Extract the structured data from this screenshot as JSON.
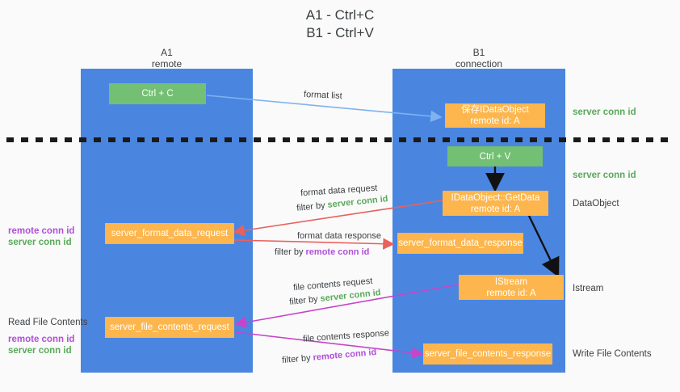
{
  "title": {
    "line1": "A1 - Ctrl+C",
    "line2": "B1 - Ctrl+V"
  },
  "colors": {
    "column": "#4a86e0",
    "green_node": "#73bf73",
    "orange_node": "#fcb64d",
    "server_conn_green": "#5aa95a",
    "remote_conn_purple": "#b14fd8",
    "arrow_red": "#e8615e",
    "arrow_magenta": "#c844c8",
    "arrow_blue": "#7fb2ef",
    "arrow_black": "#000000",
    "divider": "#1a1a1a"
  },
  "columns": [
    {
      "name": "A1",
      "sub": "remote"
    },
    {
      "name": "B1",
      "sub": "connection"
    }
  ],
  "nodes": {
    "ctrl_c": "Ctrl + C",
    "ctrl_v": "Ctrl + V",
    "save_idataobject_l1": "保存IDataObject",
    "save_idataobject_l2": "remote id: A",
    "getdata_l1": "IDataObject::GetData",
    "getdata_l2": "remote id: A",
    "istream_l1": "IStream",
    "istream_l2": "remote id: A",
    "server_format_data_request": "server_format_data_request",
    "server_format_data_response": "server_format_data_response",
    "server_file_contents_request": "server_file_contents_request",
    "server_file_contents_response": "server_file_contents_response"
  },
  "right_labels": [
    {
      "text": "server conn id",
      "kind": "green"
    },
    {
      "text": "server conn id",
      "kind": "green"
    },
    {
      "text": "DataObject",
      "kind": "plain"
    },
    {
      "text": "Istream",
      "kind": "plain"
    },
    {
      "text": "Write File Contents",
      "kind": "plain"
    }
  ],
  "left_labels": {
    "format_remote": "remote conn id",
    "format_server": "server conn id",
    "read_file_contents": "Read File Contents",
    "file_remote": "remote conn id",
    "file_server": "server conn id"
  },
  "edge_labels": {
    "format_list": "format list",
    "format_data_request": "format data request",
    "format_data_request_filter_pre": "filter by ",
    "format_data_request_filter_key": "server conn id",
    "format_data_response": "format data response",
    "format_data_response_filter_pre": "filter by ",
    "format_data_response_filter_key": "remote conn id",
    "file_contents_request": "file contents request",
    "file_contents_request_filter_pre": "filter by ",
    "file_contents_request_filter_key": "server conn id",
    "file_contents_response": "file contents response",
    "file_contents_response_filter_pre": "filter by ",
    "file_contents_response_filter_key": "remote conn id"
  }
}
